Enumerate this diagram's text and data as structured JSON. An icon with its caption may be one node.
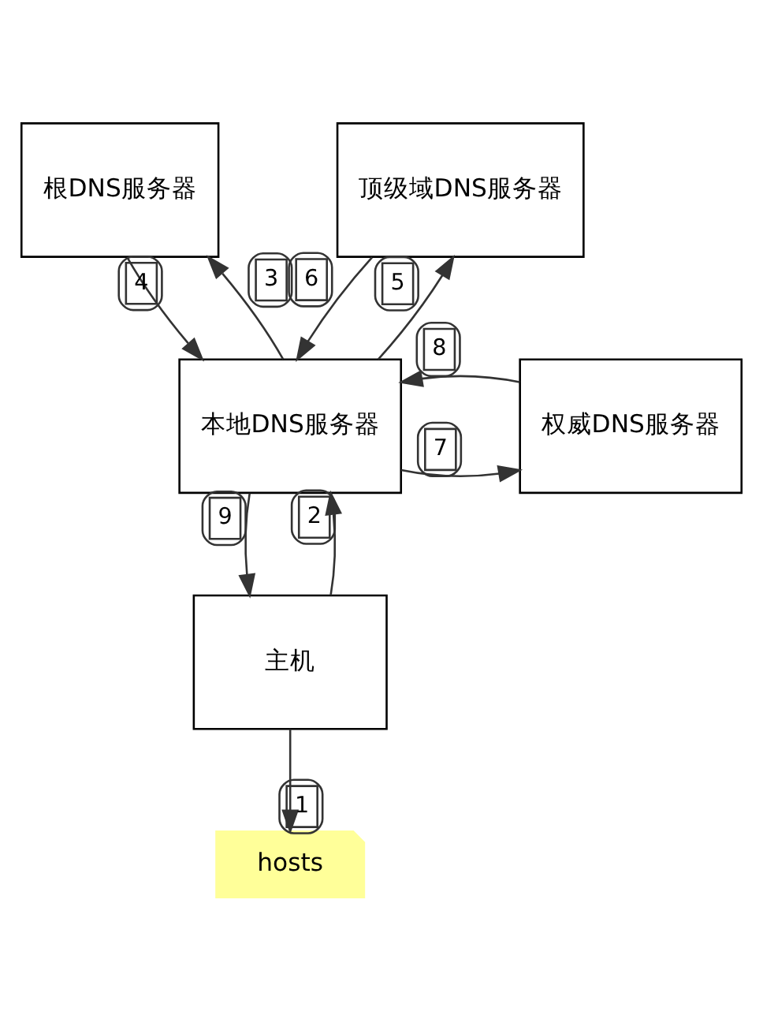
{
  "diagram": {
    "nodes": [
      {
        "text": [
          "根DNS服务器"
        ]
      },
      {
        "text": [
          "顶级域DNS服务器"
        ]
      },
      {
        "text": [
          "本地DNS服务器"
        ]
      },
      {
        "text": [
          "权威DNS服务器"
        ]
      },
      {
        "text": [
          "主机"
        ]
      },
      {
        "text": [
          "hosts"
        ]
      }
    ],
    "edges": [
      {
        "from": 4,
        "to": 5,
        "arrow": "to",
        "label": "1"
      },
      {
        "from": 4,
        "to": 2,
        "arrow": "to",
        "label": "2"
      },
      {
        "from": 2,
        "to": 0,
        "arrow": "to",
        "label": "3"
      },
      {
        "from": 0,
        "to": 2,
        "arrow": "to",
        "label": "4"
      },
      {
        "from": 2,
        "to": 1,
        "arrow": "to",
        "label": "5"
      },
      {
        "from": 1,
        "to": 2,
        "arrow": "to",
        "label": "6"
      },
      {
        "from": 2,
        "to": 3,
        "arrow": "to",
        "label": "7"
      },
      {
        "from": 3,
        "to": 2,
        "arrow": "to",
        "label": "8"
      },
      {
        "from": 2,
        "to": 4,
        "arrow": "to",
        "label": "9"
      }
    ]
  }
}
